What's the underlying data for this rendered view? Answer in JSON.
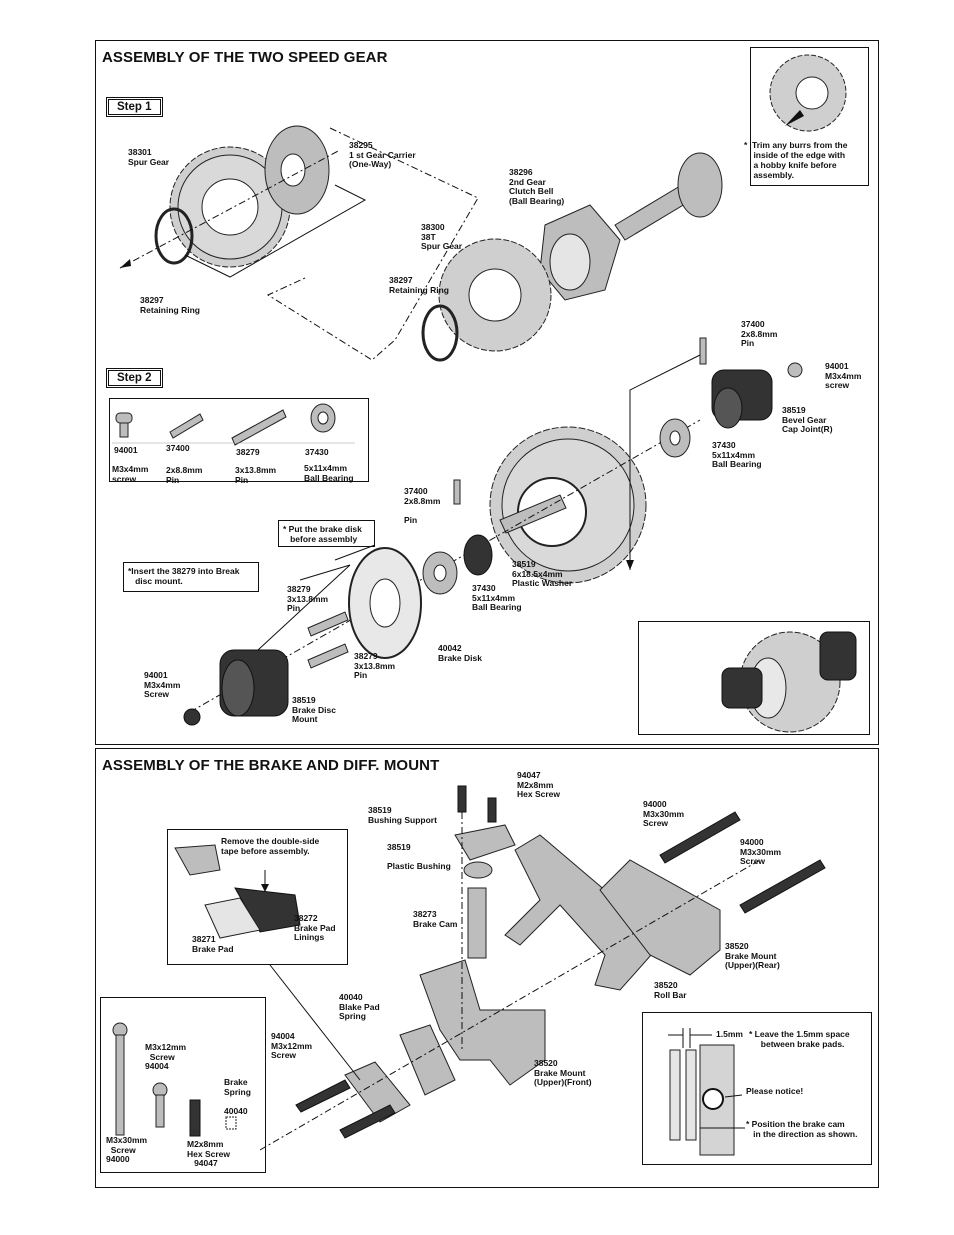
{
  "top": {
    "title": "ASSEMBLY OF THE TWO SPEED GEAR",
    "step1": "Step 1",
    "step2": "Step 2",
    "trim_note": "*  Trim any burrs from the\n    inside of the edge with\n    a hobby knife before\n    assembly.",
    "labels": {
      "spur_gear": "38301\nSpur Gear",
      "gear_carrier": "38295\n1 st Gear Carrier\n(One-Way)",
      "clutch_bell": "38296\n2nd Gear\nClutch Bell\n(Ball Bearing)",
      "spur_38t": "38300\n38T\nSpur Gear",
      "ret_ring_a": "38297\nRetaining Ring",
      "ret_ring_b": "38297\nRetaining Ring",
      "pin_top": "37400\n2x8.8mm\nPin",
      "screw_top": "94001\nM3x4mm\nscrew",
      "bevel_cap": "38519\nBevel Gear\nCap Joint(R)",
      "bearing_top": "37430\n5x11x4mm\nBall Bearing",
      "pin_mid": "37400\n2x8.8mm\n\nPin",
      "washer": "38519\n6x18.5x4mm\nPlastic Washer",
      "bearing_mid": "37430\n5x11x4mm\nBall Bearing",
      "brake_disk": "40042\nBrake Disk",
      "pin_a": "38279\n3x13.8mm\nPin",
      "pin_b": "38279\n3x13.8mm\nPin",
      "screw_bot": "94001\nM3x4mm\nScrew",
      "disc_mount": "38519\nBrake Disc\nMount"
    },
    "put_note": "* Put the brake disk\n   before assembly",
    "insert_note": "*Insert the 38279 into Break\n   disc mount.",
    "parts_key": [
      {
        "code": "94001",
        "desc": "M3x4mm\nscrew"
      },
      {
        "code": "37400",
        "desc": "2x8.8mm\nPin"
      },
      {
        "code": "38279",
        "desc": "3x13.8mm\nPin"
      },
      {
        "code": "37430",
        "desc": "5x11x4mm\nBall Bearing"
      }
    ]
  },
  "bottom": {
    "title": "ASSEMBLY OF THE BRAKE AND DIFF. MOUNT",
    "tape_note": "Remove the double-side\ntape before assembly.",
    "labels": {
      "hex_screw": "94047\nM2x8mm\nHex Screw",
      "bushing_support": "38519\nBushing Support",
      "plastic_bushing": "38519\n\nPlastic Bushing",
      "screw_a": "94000\nM3x30mm\nScrew",
      "screw_b": "94000\nM3x30mm\nScrew",
      "brake_cam": "38273\nBrake Cam",
      "brake_mount_rear": "38520\nBrake Mount\n(Upper)(Rear)",
      "roll_bar": "38520\nRoll Bar",
      "pad_spring": "40040\nBlake Pad\nSpring",
      "screw_c": "94004\nM3x12mm\nScrew",
      "brake_mount_front": "38520\nBrake Mount\n(Upper)(Front)",
      "pad_linings": "38272\nBrake Pad\nLinings",
      "brake_pad": "38271\nBrake Pad"
    },
    "key": {
      "m3x12": "M3x12mm\n  Screw\n94004",
      "m3x30": "M3x30mm\n  Screw\n94000",
      "m2x8": "M2x8mm\nHex Screw\n   94047",
      "spring": "Brake\nSpring\n\n40040"
    },
    "notice": {
      "gap": "1.5mm",
      "leave": "* Leave the 1.5mm space\n     between brake pads.",
      "please": "Please notice!",
      "position": "* Position the brake cam\n   in the direction as shown."
    }
  }
}
